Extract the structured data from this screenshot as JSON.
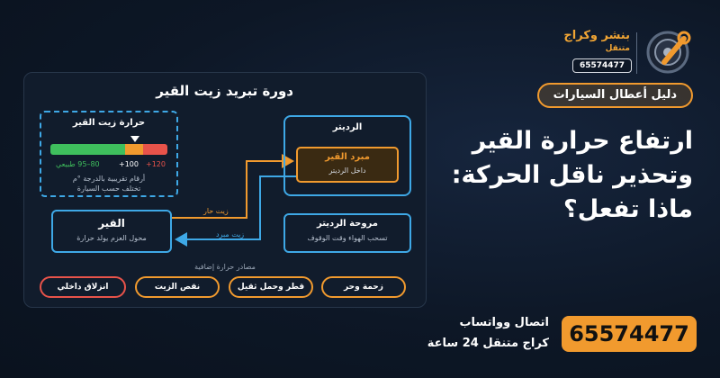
{
  "brand": {
    "name": "بنشر وكراج",
    "subname": "متنقل",
    "phone": "65574477",
    "logo_icon": "tire-wrench-icon"
  },
  "tag": "دليل أعطال السيارات",
  "headline": [
    "ارتفاع حرارة القير",
    "وتحذير ناقل الحركة:",
    "ماذا تفعل؟"
  ],
  "diagram": {
    "title": "دورة تبريد زيت القير",
    "temperature": {
      "title": "حرارة زيت القير",
      "ticks": {
        "normal": "80–95 طبيعي",
        "warn": "+100",
        "danger": "+120"
      },
      "marker_percent": 72,
      "note_line1": "أرقام تقريبية بالدرجة °م",
      "note_line2": "تختلف حسب السيارة"
    },
    "radiator": {
      "title": "الرديتر",
      "cooler_title": "مبرد القير",
      "cooler_sub": "داخل الرديتر"
    },
    "gearbox": {
      "title": "القير",
      "subtitle": "محول العزم يولد حرارة"
    },
    "fan": {
      "title": "مروحة الرديتر",
      "subtitle": "تسحب الهواء وقت الوقوف"
    },
    "flows": {
      "hot": "زيت حار",
      "cool": "زيت مبرد"
    },
    "extra_title": "مصادر حرارة إضافية",
    "chips": [
      "زحمة وحر",
      "قطر وحمل ثقيل",
      "نقص الزيت",
      "انزلاق داخلي"
    ]
  },
  "cta": {
    "phone": "65574477",
    "line1": "اتصال وواتساب",
    "line2": "كراج متنقل 24 ساعة"
  },
  "colors": {
    "accent": "#f19a2e",
    "blue": "#3ea8e6",
    "green": "#3fbf5d",
    "red": "#e8534a"
  }
}
